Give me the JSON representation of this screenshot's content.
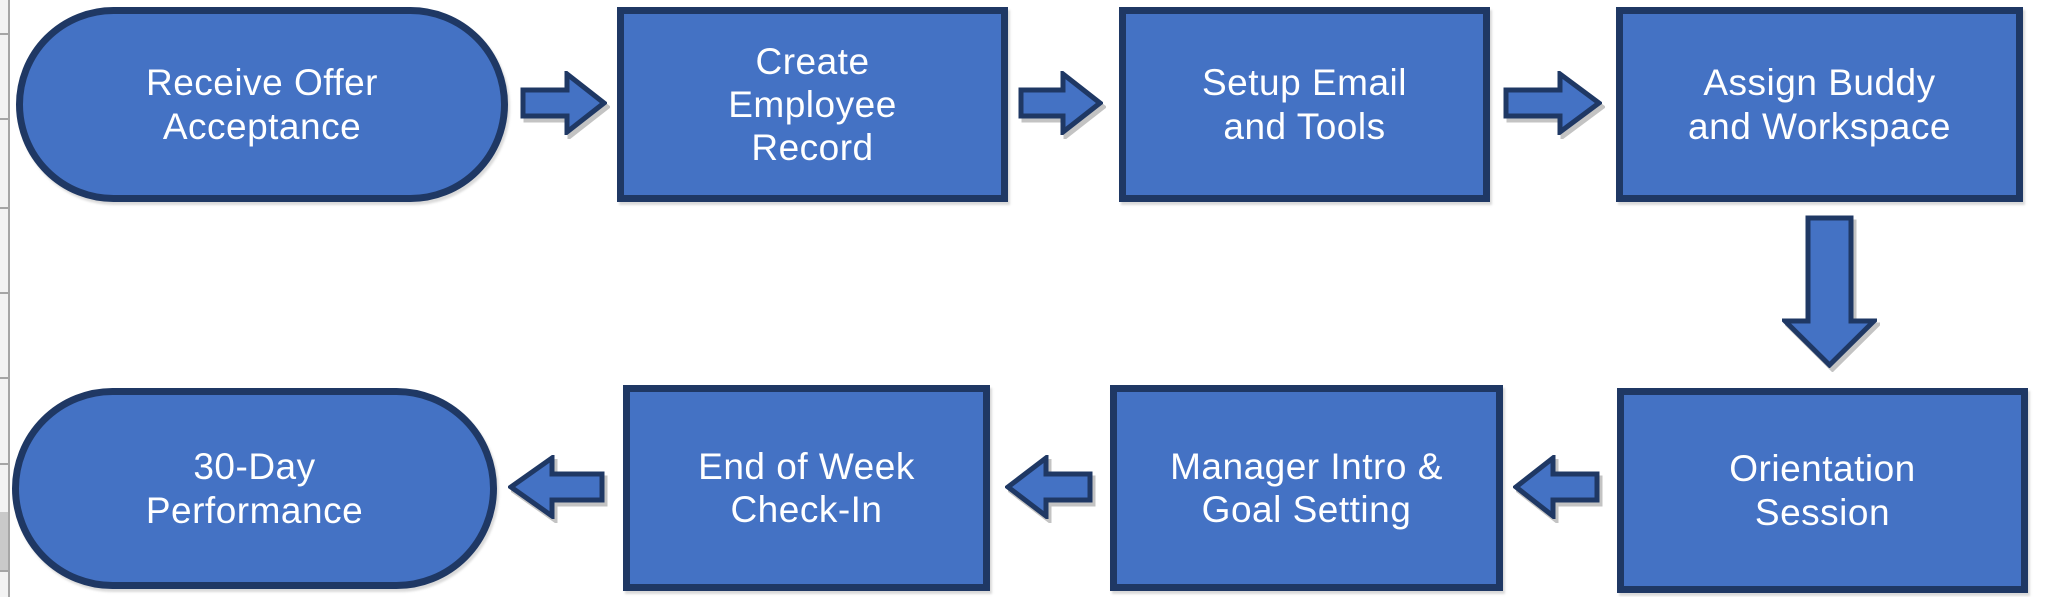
{
  "colors": {
    "shape_fill": "#4472C4",
    "shape_border": "#1F3864",
    "shape_text": "#FFFFFF",
    "gridline": "#A6A6A6"
  },
  "flowchart": {
    "nodes": [
      {
        "id": "receive-offer-acceptance",
        "shape": "stadium",
        "label": "Receive Offer\nAcceptance"
      },
      {
        "id": "create-employee-record",
        "shape": "rectangle",
        "label": "Create\nEmployee\nRecord"
      },
      {
        "id": "setup-email-and-tools",
        "shape": "rectangle",
        "label": "Setup Email\nand Tools"
      },
      {
        "id": "assign-buddy-and-workspace",
        "shape": "rectangle",
        "label": "Assign Buddy\nand Workspace"
      },
      {
        "id": "orientation-session",
        "shape": "rectangle",
        "label": "Orientation\nSession"
      },
      {
        "id": "manager-intro-goal-setting",
        "shape": "rectangle",
        "label": "Manager Intro &\nGoal Setting"
      },
      {
        "id": "end-of-week-check-in",
        "shape": "rectangle",
        "label": "End of Week\nCheck-In"
      },
      {
        "id": "thirty-day-performance",
        "shape": "stadium",
        "label": "30-Day\nPerformance"
      }
    ],
    "connectors": [
      {
        "from": "receive-offer-acceptance",
        "to": "create-employee-record",
        "direction": "right"
      },
      {
        "from": "create-employee-record",
        "to": "setup-email-and-tools",
        "direction": "right"
      },
      {
        "from": "setup-email-and-tools",
        "to": "assign-buddy-and-workspace",
        "direction": "right"
      },
      {
        "from": "assign-buddy-and-workspace",
        "to": "orientation-session",
        "direction": "down"
      },
      {
        "from": "orientation-session",
        "to": "manager-intro-goal-setting",
        "direction": "left"
      },
      {
        "from": "manager-intro-goal-setting",
        "to": "end-of-week-check-in",
        "direction": "left"
      },
      {
        "from": "end-of-week-check-in",
        "to": "thirty-day-performance",
        "direction": "left"
      }
    ]
  }
}
